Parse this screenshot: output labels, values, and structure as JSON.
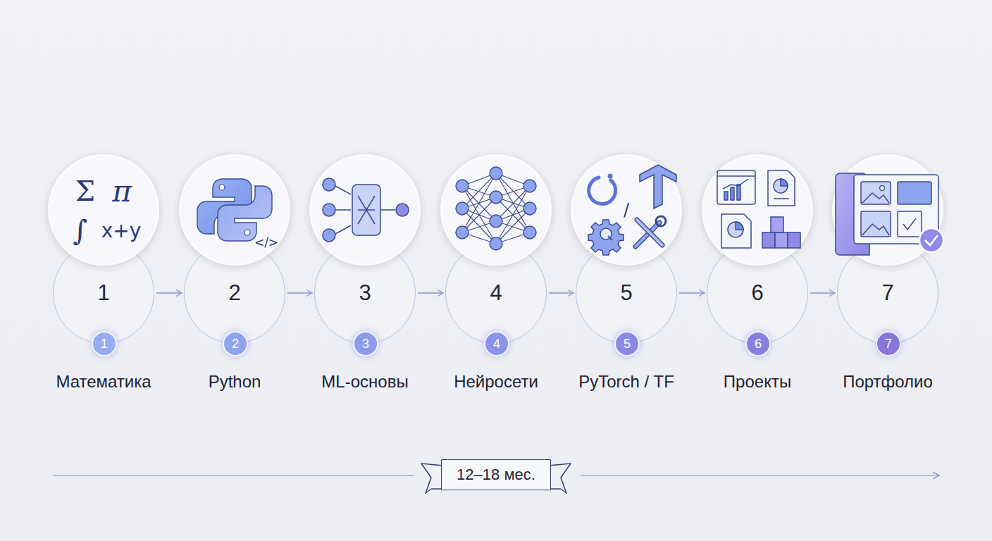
{
  "diagram": {
    "nodes": [
      {
        "text": [
          "1",
          "Математика"
        ]
      },
      {
        "text": [
          "1"
        ],
        "in": 0
      },
      {
        "text": [
          "2",
          "Python"
        ]
      },
      {
        "text": [
          "2"
        ],
        "in": 2
      },
      {
        "text": [
          "3",
          "ML-основы"
        ]
      },
      {
        "text": [
          "3"
        ],
        "in": 4
      },
      {
        "text": [
          "4",
          "Нейросети"
        ]
      },
      {
        "text": [
          "4"
        ],
        "in": 6
      },
      {
        "text": [
          "5",
          "PyTorch / TF"
        ]
      },
      {
        "text": [
          "5"
        ],
        "in": 8
      },
      {
        "text": [
          "6",
          "Проекты"
        ]
      },
      {
        "text": [
          "6"
        ],
        "in": 10
      },
      {
        "text": [
          "7",
          "Портфолио"
        ]
      },
      {
        "text": [
          "7"
        ],
        "in": 12
      },
      {
        "text": [
          "12–18 мес."
        ]
      }
    ],
    "edges": [
      {
        "from": 0,
        "to": 2,
        "arrow": "to"
      },
      {
        "from": 2,
        "to": 4,
        "arrow": "to"
      },
      {
        "from": 4,
        "to": 6,
        "arrow": "to"
      },
      {
        "from": 6,
        "to": 8,
        "arrow": "to"
      },
      {
        "from": 8,
        "to": 10,
        "arrow": "to"
      },
      {
        "from": 10,
        "to": 12,
        "arrow": "to"
      }
    ],
    "labels": [
      "Σ",
      "π",
      "∫",
      "x+y",
      "</>",
      "/"
    ]
  }
}
